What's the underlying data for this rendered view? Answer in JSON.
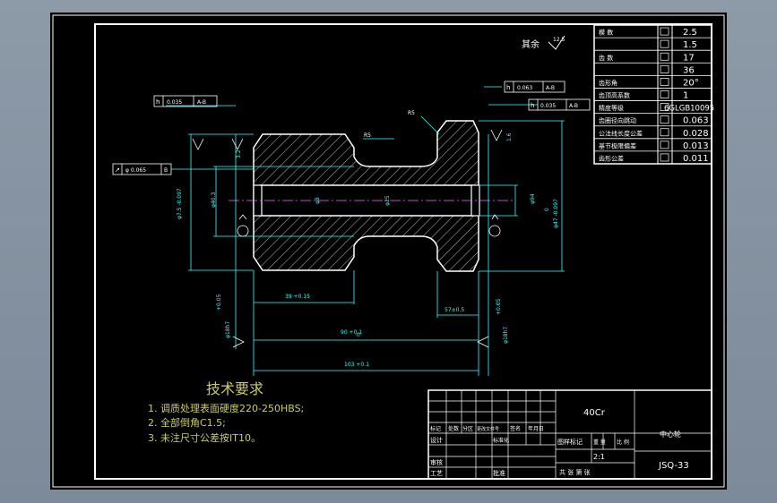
{
  "colors": {
    "paper": "#000000",
    "frame": "#ffffff",
    "dimension": "#33ffff",
    "annotation": "#ff66ff",
    "hatch": "#c0c0c0",
    "table_text": "#ffffff"
  },
  "roughness_note": {
    "label": "其余",
    "value": "12.5"
  },
  "param_table": {
    "rows": [
      {
        "name": "模  数",
        "value": "2.5"
      },
      {
        "name": "",
        "value": "1.5"
      },
      {
        "name": "齿  数",
        "value": "17"
      },
      {
        "name": "",
        "value": "36"
      },
      {
        "name": "齿形角",
        "value": "20°"
      },
      {
        "name": "齿顶高系数",
        "value": "1"
      },
      {
        "name": "精度等级",
        "value": "6GLGB10095"
      },
      {
        "name": "齿圈径向跳动",
        "value": "0.063"
      },
      {
        "name": "公法线长度公差",
        "value": "0.028"
      },
      {
        "name": "基节极限偏差",
        "value": "0.013"
      },
      {
        "name": "齿形公差",
        "value": "0.011"
      }
    ]
  },
  "tolerance_frames": {
    "f1": {
      "value": "0.035",
      "datum": "A-B"
    },
    "f2": {
      "value": "0.063",
      "datum": "A-B"
    },
    "f3": {
      "value": "0.035",
      "datum": "A-B"
    },
    "f4": {
      "prefix": "↗",
      "value": "φ 0.065",
      "datum": "B"
    }
  },
  "dimensions": {
    "d1": "φ7.5  -0.097",
    "d2": "φ40.3",
    "d3": "φ8",
    "d4": "φ25",
    "d5": "φ94",
    "d6": "φ47  -0.097",
    "d7": "0",
    "d8": "39  +0.15",
    "d9": "57±0.5",
    "d10": "90  +0.1",
    "d11": "103  +0.1",
    "d12": "+0.05",
    "d13": "φ18h7",
    "d14": "+0.05",
    "d15": "φ18h7",
    "d16": "3.2",
    "d17": "1.6",
    "d18": "R5",
    "d19": "R5",
    "d20": "0"
  },
  "tech_requirements": {
    "title": "技术要求",
    "items": [
      "1. 调质处理表面硬度220-250HBS;",
      "2. 全部倒角C1.5;",
      "3. 未注尺寸公差按IT10。"
    ]
  },
  "title_block": {
    "material": "40Cr",
    "part_name": "中心轮",
    "drawing_no": "JSQ-33",
    "scale": "2:1",
    "mark_label": "图样标记",
    "weight_label": "重 量",
    "ratio_label": "比 例",
    "sheet_label": "共    张  第    张",
    "rev_labels": [
      "标记",
      "处数",
      "分区",
      "更改文件号",
      "签名",
      "年月日"
    ],
    "roles": [
      "设计",
      "标准化",
      "审核",
      "工艺",
      "批准"
    ]
  }
}
